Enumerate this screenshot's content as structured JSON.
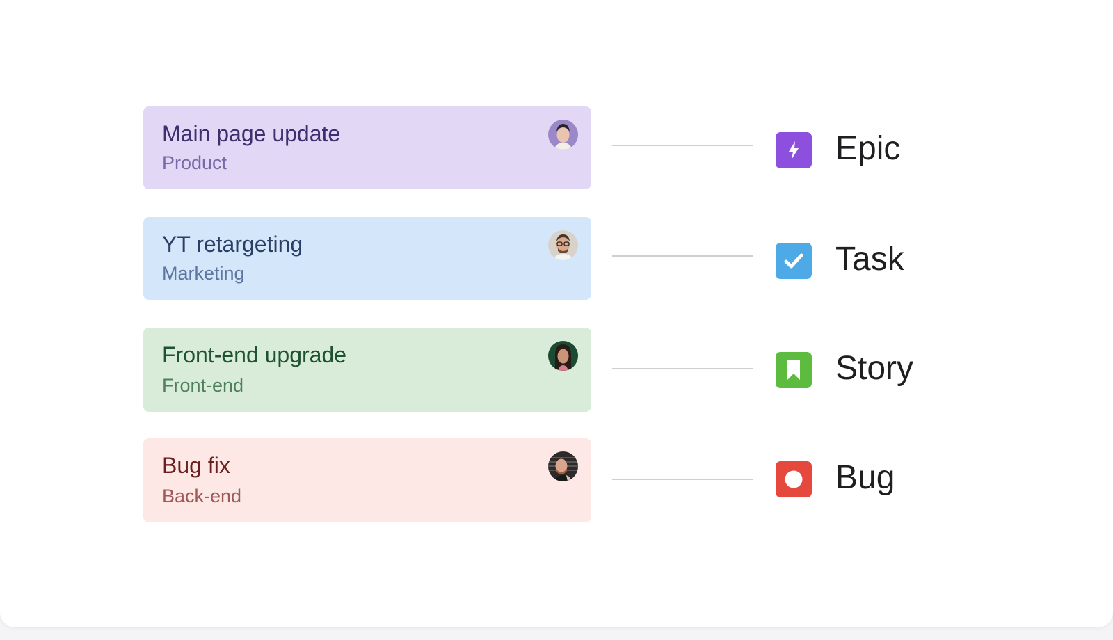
{
  "colors": {
    "epic": "#8d4fde",
    "task": "#4daae6",
    "story": "#5dbb3f",
    "bug": "#e5493e",
    "connector": "#cfcfd2"
  },
  "cards": [
    {
      "title": "Main page update",
      "subtitle": "Product",
      "type": "Epic",
      "background": "#e2d8f5",
      "title_color": "#3e2f6e",
      "subtitle_color": "#7a69a6",
      "avatar_color": "#9b88c8"
    },
    {
      "title": "YT retargeting",
      "subtitle": "Marketing",
      "type": "Task",
      "background": "#d3e6fa",
      "title_color": "#2b3f66",
      "subtitle_color": "#5e76a0",
      "avatar_color": "#c9b7a6"
    },
    {
      "title": "Front-end upgrade",
      "subtitle": "Front-end",
      "type": "Story",
      "background": "#d8ecd9",
      "title_color": "#1e5230",
      "subtitle_color": "#4f7f5c",
      "avatar_color": "#1d4a33"
    },
    {
      "title": "Bug fix",
      "subtitle": "Back-end",
      "type": "Bug",
      "background": "#fde8e6",
      "title_color": "#6b1f1f",
      "subtitle_color": "#9e5a57",
      "avatar_color": "#3b302c"
    }
  ],
  "legend": [
    {
      "label": "Epic",
      "icon": "lightning-icon"
    },
    {
      "label": "Task",
      "icon": "checkmark-icon"
    },
    {
      "label": "Story",
      "icon": "bookmark-icon"
    },
    {
      "label": "Bug",
      "icon": "circle-icon"
    }
  ]
}
